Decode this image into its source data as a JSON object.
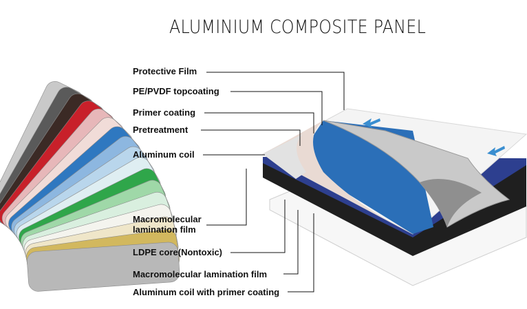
{
  "title": "ALUMINIUM COMPOSITE PANEL",
  "labels": {
    "protective_film": "Protective Film",
    "topcoating": "PE/PVDF topcoating",
    "primer": "Primer coating",
    "pretreatment": "Pretreatment",
    "aluminum_coil": "Aluminum coil",
    "macro_film_1a": "Macromolecular",
    "macro_film_1b": "lamination film",
    "ldpe_core": "LDPE core(Nontoxic)",
    "macro_film_2": "Macromolecular lamination film",
    "aluminum_coil_primer": "Aluminum coil with primer coating"
  },
  "swatch_colors": [
    "#c9c9c9",
    "#5a5a5a",
    "#3b2a25",
    "#c8202a",
    "#e7b7b9",
    "#f1dcd8",
    "#2f78c0",
    "#8db7e0",
    "#b9d6ec",
    "#dfeef2",
    "#2fa64a",
    "#9fd8a8",
    "#d9efdf",
    "#f4f4ee",
    "#efe6c9",
    "#d2b85e",
    "#b8b8b8"
  ],
  "colors": {
    "panel_blue": "#2b6fb8",
    "core": "#222222",
    "film": "#f2f2f2"
  }
}
